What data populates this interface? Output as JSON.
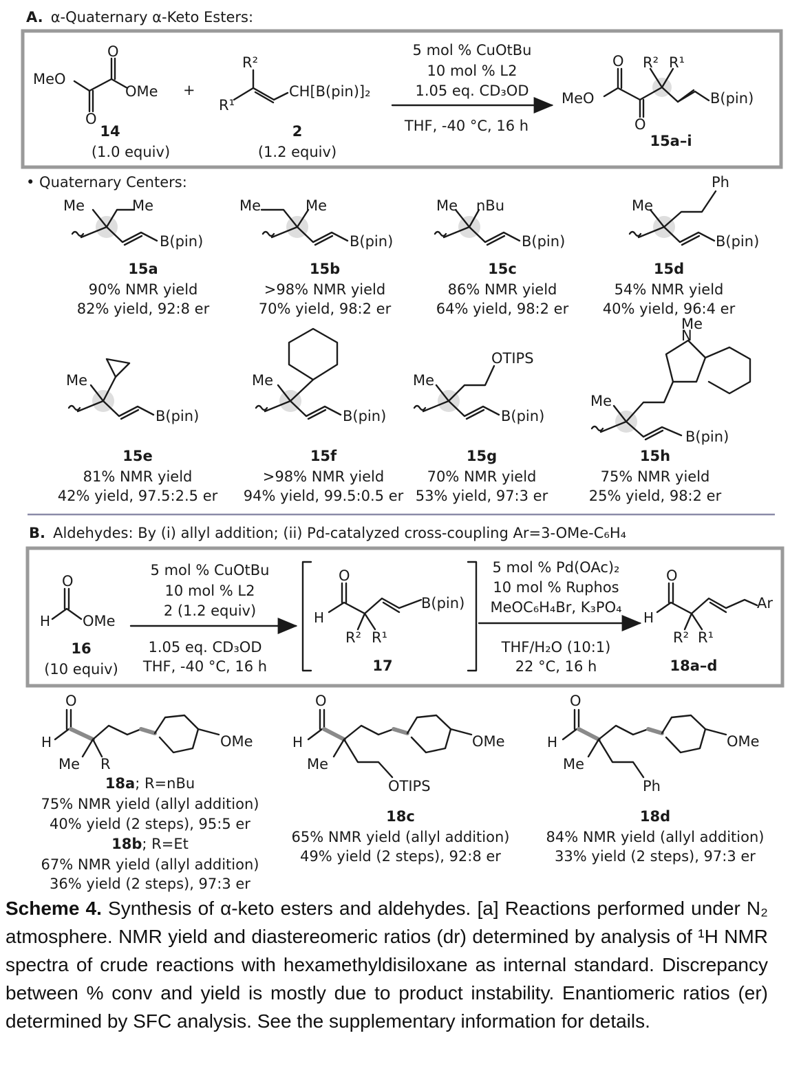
{
  "section_a": {
    "letter": "A.",
    "title": "α-Quaternary α-Keto Esters:",
    "reactant_ester_label": "14",
    "reactant_ester_equiv": "(1.0 equiv)",
    "reactant_allyl_label": "2",
    "reactant_allyl_equiv": "(1.2 equiv)",
    "allyl_group": "CH[B(pin)]₂",
    "conditions": [
      "5 mol % CuOtBu",
      "10 mol % L2",
      "1.05 eq. CD₃OD",
      "THF, -40 °C, 16 h"
    ],
    "product_label": "15a–i",
    "sub_title": "• Quaternary Centers:",
    "products": [
      {
        "id": "15a",
        "l1": "90% NMR yield",
        "l2": "82% yield, 92:8 er",
        "r1": "Me",
        "r2": "Me"
      },
      {
        "id": "15b",
        "l1": ">98% NMR yield",
        "l2": "70% yield, 98:2 er",
        "r1": "Me",
        "r2": "Me"
      },
      {
        "id": "15c",
        "l1": "86% NMR yield",
        "l2": "64% yield, 98:2 er",
        "r1": "Me",
        "r2": "nBu"
      },
      {
        "id": "15d",
        "l1": "54% NMR yield",
        "l2": "40% yield, 96:4 er",
        "r1": "Me",
        "r2": "Ph"
      },
      {
        "id": "15e",
        "l1": "81% NMR yield",
        "l2": "42% yield, 97.5:2.5 er",
        "r1": "Me",
        "r2": ""
      },
      {
        "id": "15f",
        "l1": ">98% NMR yield",
        "l2": "94% yield, 99.5:0.5 er",
        "r1": "Me",
        "r2": ""
      },
      {
        "id": "15g",
        "l1": "70% NMR yield",
        "l2": "53% yield, 97:3 er",
        "r1": "Me",
        "r2": "OTIPS"
      },
      {
        "id": "15h",
        "l1": "75% NMR yield",
        "l2": "25% yield, 98:2 er",
        "r1": "Me",
        "r2": "Me"
      }
    ]
  },
  "section_b": {
    "letter": "B.",
    "title": "Aldehydes: By (i) allyl addition; (ii) Pd-catalyzed cross-coupling Ar=3-OMe-C₆H₄",
    "reactant_label": "16",
    "reactant_equiv": "(10 equiv)",
    "step1": [
      "5 mol % CuOtBu",
      "10 mol % L2",
      "2 (1.2 equiv)",
      "1.05 eq. CD₃OD",
      "THF, -40 °C, 16 h"
    ],
    "intermediate_label": "17",
    "step2": [
      "5 mol % Pd(OAc)₂",
      "10 mol % Ruphos",
      "MeOC₆H₄Br, K₃PO₄",
      "THF/H₂O (10:1)",
      "22 °C, 16 h"
    ],
    "product_label": "18a–d",
    "products": [
      {
        "id": "18a",
        "rtext": "; R=nBu",
        "l1": "75% NMR yield (allyl addition)",
        "l2": "40% yield (2 steps), 95:5 er"
      },
      {
        "id": "18b",
        "rtext": "; R=Et",
        "l1": "67% NMR yield (allyl addition)",
        "l2": "36% yield (2 steps), 97:3 er"
      },
      {
        "id": "18c",
        "l1": "65% NMR yield (allyl addition)",
        "l2": "49% yield (2 steps), 92:8 er"
      },
      {
        "id": "18d",
        "l1": "84% NMR yield (allyl addition)",
        "l2": "33% yield (2 steps), 97:3 er"
      }
    ]
  },
  "caption": {
    "lead": "Scheme 4.",
    "text": " Synthesis of α-keto esters and aldehydes. [a] Reactions performed under N₂ atmosphere. NMR yield and diastereomeric ratios (dr) determined by analysis of ¹H NMR spectra of crude reactions with hexamethyldisiloxane as internal standard. Discrepancy between % conv and yield is mostly due to product instability. Enantiomeric ratios (er) determined by SFC analysis. See the supplementary information for details."
  },
  "chem": {
    "MeO": "MeO",
    "OMe": "OMe",
    "O": "O",
    "H": "H",
    "Me": "Me",
    "Bpin": "B(pin)",
    "R1": "R¹",
    "R2": "R²",
    "R": "R",
    "Ar": "Ar",
    "Ph": "Ph",
    "nBu": "nBu",
    "OTIPS": "OTIPS",
    "N": "N",
    "plus": "+"
  }
}
